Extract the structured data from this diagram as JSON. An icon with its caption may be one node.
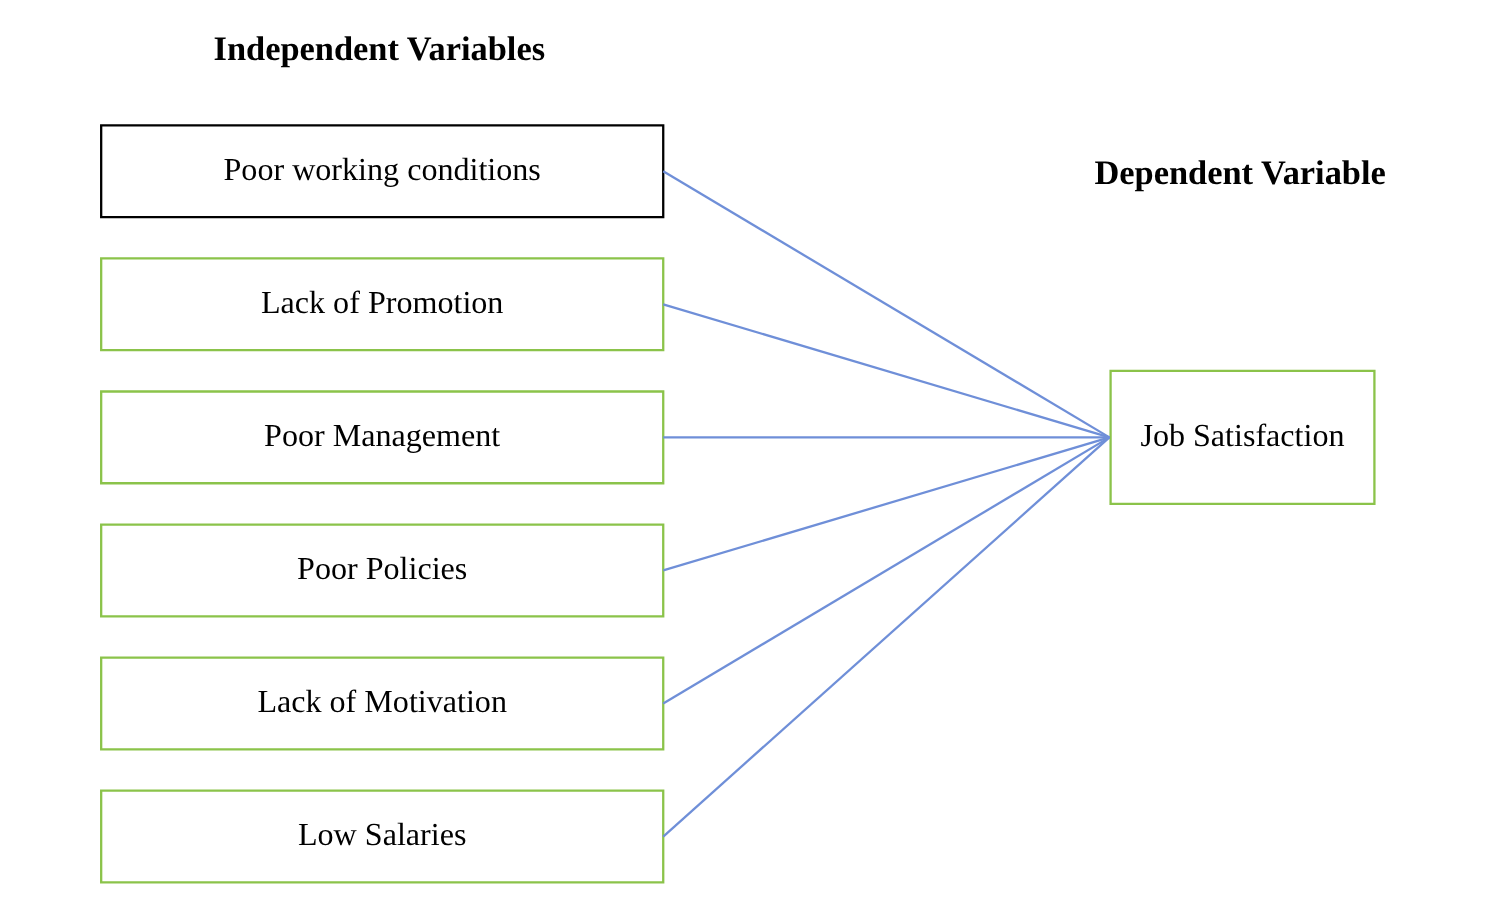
{
  "diagram": {
    "nodes": [
      {
        "text": [
          "Poor working conditions"
        ]
      },
      {
        "text": [
          "Lack of Promotion"
        ]
      },
      {
        "text": [
          "Poor Management"
        ]
      },
      {
        "text": [
          "Poor Policies"
        ]
      },
      {
        "text": [
          "Lack of Motivation"
        ]
      },
      {
        "text": [
          "Low Salaries"
        ]
      },
      {
        "text": [
          "Job Satisfaction"
        ]
      }
    ],
    "edges": [
      {
        "from": 0,
        "to": 6,
        "arrow": "none"
      },
      {
        "from": 1,
        "to": 6,
        "arrow": "none"
      },
      {
        "from": 2,
        "to": 6,
        "arrow": "none"
      },
      {
        "from": 3,
        "to": 6,
        "arrow": "none"
      },
      {
        "from": 4,
        "to": 6,
        "arrow": "none"
      },
      {
        "from": 5,
        "to": 6,
        "arrow": "none"
      }
    ],
    "labels": [
      "Independent Variables",
      "Dependent Variable"
    ]
  }
}
